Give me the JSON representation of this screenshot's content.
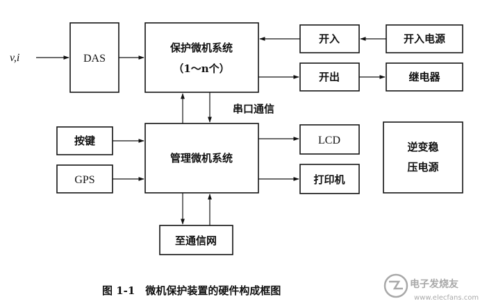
{
  "input_label": "v,i",
  "blocks": {
    "das": "DAS",
    "protection_title": "保护微机系统",
    "protection_sub": "（1～n个）",
    "switch_in": "开入",
    "switch_in_power": "开入电源",
    "switch_out": "开出",
    "relay": "继电器",
    "serial_label": "串口通信",
    "keypad": "按键",
    "management": "管理微机系统",
    "lcd": "LCD",
    "gps": "GPS",
    "printer": "打印机",
    "network": "至通信网",
    "inverter_line1": "逆变稳",
    "inverter_line2": "压电源"
  },
  "caption": "图 1-1　微机保护装置的硬件构成框图",
  "watermark": {
    "brand": "电子发烧友",
    "url": "www.elecfans.com"
  }
}
